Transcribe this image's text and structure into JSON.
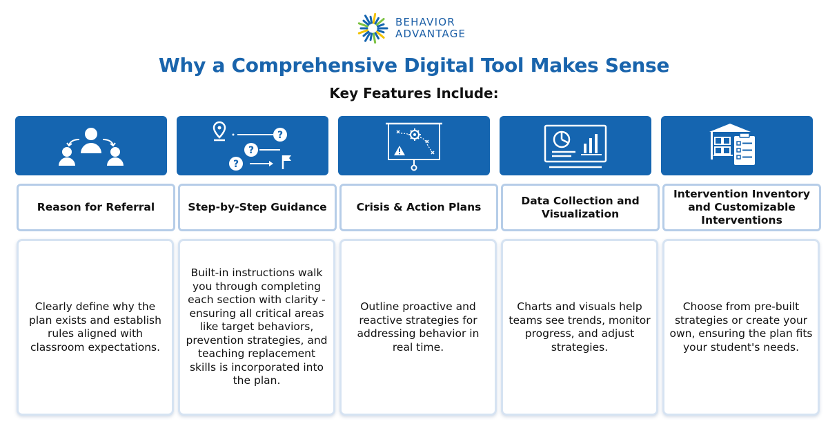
{
  "brand": {
    "line1": "BEHAVIOR",
    "line2": "ADVANTAGE",
    "colors": {
      "primary": "#1565b0",
      "accent_yellow": "#f2c200",
      "accent_green": "#7cc242"
    }
  },
  "title": "Why a Comprehensive Digital Tool Makes Sense",
  "subtitle": "Key Features Include:",
  "features": [
    {
      "icon": "people-referral-icon",
      "label": "Reason for Referral",
      "description": "Clearly define why the plan exists and establish rules aligned with classroom expectations."
    },
    {
      "icon": "roadmap-guidance-icon",
      "label": "Step-by-Step Guidance",
      "description": "Built-in instructions walk you through completing each section with clarity - ensuring all critical areas like target behaviors, prevention strategies, and teaching replacement skills is incorporated into the plan."
    },
    {
      "icon": "strategy-board-icon",
      "label": "Crisis & Action Plans",
      "description": "Outline proactive and reactive strategies for addressing behavior in real time."
    },
    {
      "icon": "chart-monitor-icon",
      "label": "Data Collection and Visualization",
      "description": "Charts and visuals help teams see trends, monitor progress, and adjust strategies."
    },
    {
      "icon": "warehouse-checklist-icon",
      "label": "Intervention Inventory and Customizable Interventions",
      "description": "Choose from pre-built strategies or create your own, ensuring the plan fits your student's needs."
    }
  ]
}
